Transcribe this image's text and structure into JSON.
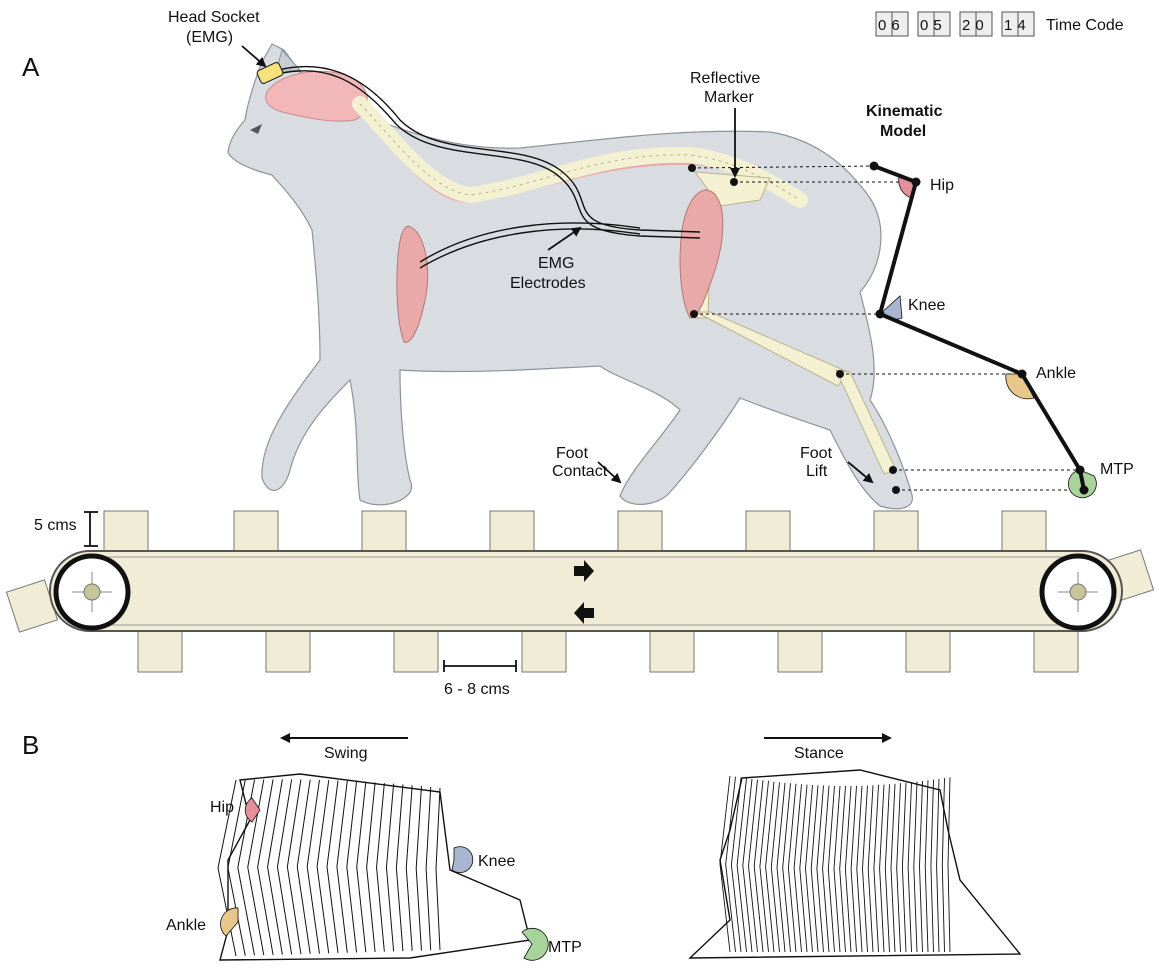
{
  "panel_a": {
    "label": "A",
    "time_code": {
      "groups": [
        "06",
        "05",
        "20",
        "14"
      ],
      "label": "Time Code"
    },
    "labels": {
      "head_socket_line1": "Head Socket",
      "head_socket_line2": "(EMG)",
      "reflective_marker_line1": "Reflective",
      "reflective_marker_line2": "Marker",
      "kinematic_model_line1": "Kinematic",
      "kinematic_model_line2": "Model",
      "emg_electrodes_line1": "EMG",
      "emg_electrodes_line2": "Electrodes",
      "foot_contact_line1": "Foot",
      "foot_contact_line2": "Contact",
      "foot_lift_line1": "Foot",
      "foot_lift_line2": "Lift",
      "belt_height": "5 cms",
      "slat_spacing": "6 - 8 cms"
    },
    "joints": [
      "Hip",
      "Knee",
      "Ankle",
      "MTP"
    ]
  },
  "panel_b": {
    "label": "B",
    "swing": {
      "label": "Swing",
      "joints": [
        "Hip",
        "Knee",
        "Ankle",
        "MTP"
      ]
    },
    "stance": {
      "label": "Stance"
    }
  },
  "colors": {
    "body": "#d9dde2",
    "brain": "#f2b7b9",
    "bone": "#f4f0d2",
    "muscle": "#e9a9a9",
    "belt": "#f1ecd6",
    "hip": "#e58f9c",
    "knee": "#a9b6d1",
    "ankle": "#e8c88a",
    "mtp": "#a8d39a"
  }
}
